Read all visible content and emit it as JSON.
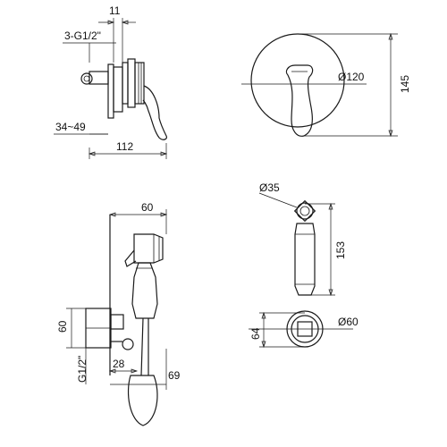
{
  "dimensions": {
    "top_width": "11",
    "thread_spec": "3-G1/2\"",
    "wall_range": "34~49",
    "body_length": "112",
    "rosette_diameter": "Ø120",
    "rosette_height": "145",
    "sprayer_head": "60",
    "sprayer_diameter": "Ø35",
    "sprayer_length": "153",
    "holder_diameter": "Ø60",
    "holder_height": "64",
    "outlet_height": "60",
    "outlet_thread": "G1/2\"",
    "outlet_offset": "28",
    "outlet_projection": "69"
  },
  "colors": {
    "line": "#1a1a1a",
    "background": "#ffffff"
  }
}
